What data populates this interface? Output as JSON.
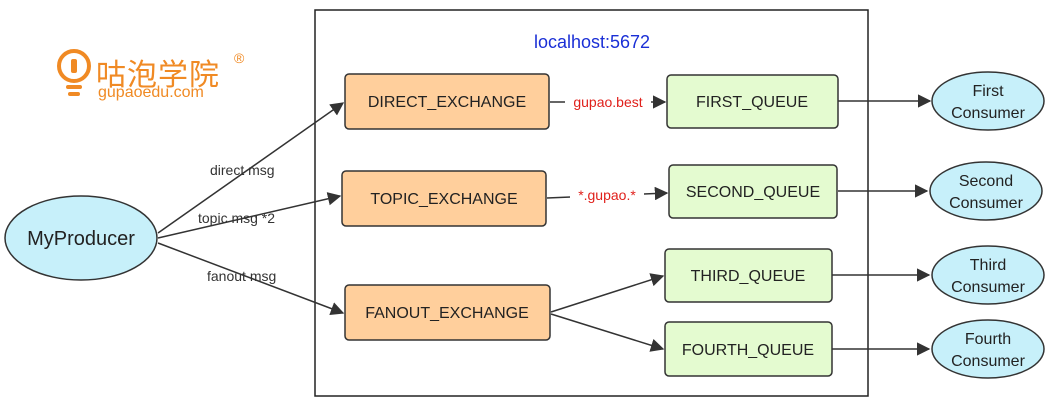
{
  "logo": {
    "main": "咕泡学院",
    "registered": "®",
    "sub": "gupaoedu.com",
    "color": "#f08a24"
  },
  "server": {
    "label": "localhost:5672",
    "label_color": "#1a2fd6"
  },
  "producer": {
    "label": "MyProducer",
    "fill": "#c7f0fa"
  },
  "exchanges": [
    {
      "id": "direct",
      "label": "DIRECT_EXCHANGE"
    },
    {
      "id": "topic",
      "label": "TOPIC_EXCHANGE"
    },
    {
      "id": "fanout",
      "label": "FANOUT_EXCHANGE"
    }
  ],
  "queues": [
    {
      "id": "first",
      "label": "FIRST_QUEUE"
    },
    {
      "id": "second",
      "label": "SECOND_QUEUE"
    },
    {
      "id": "third",
      "label": "THIRD_QUEUE"
    },
    {
      "id": "fourth",
      "label": "FOURTH_QUEUE"
    }
  ],
  "consumers": [
    {
      "id": "first",
      "line1": "First",
      "line2": "Consumer"
    },
    {
      "id": "second",
      "line1": "Second",
      "line2": "Consumer"
    },
    {
      "id": "third",
      "line1": "Third",
      "line2": "Consumer"
    },
    {
      "id": "fourth",
      "line1": "Fourth",
      "line2": "Consumer"
    }
  ],
  "producer_edges": [
    {
      "to": "direct",
      "label": "direct msg"
    },
    {
      "to": "topic",
      "label": "topic msg *2"
    },
    {
      "to": "fanout",
      "label": "fanout msg"
    }
  ],
  "bindings": [
    {
      "from": "direct",
      "to": "first",
      "routing_key": "gupao.best"
    },
    {
      "from": "topic",
      "to": "second",
      "routing_key": "*.gupao.*"
    },
    {
      "from": "fanout",
      "to": "third",
      "routing_key": ""
    },
    {
      "from": "fanout",
      "to": "fourth",
      "routing_key": ""
    }
  ],
  "colors": {
    "exchange_fill": "#ffcf9c",
    "queue_fill": "#e4fbd0",
    "consumer_fill": "#c7f0fa",
    "routing_key": "#e0201b"
  }
}
